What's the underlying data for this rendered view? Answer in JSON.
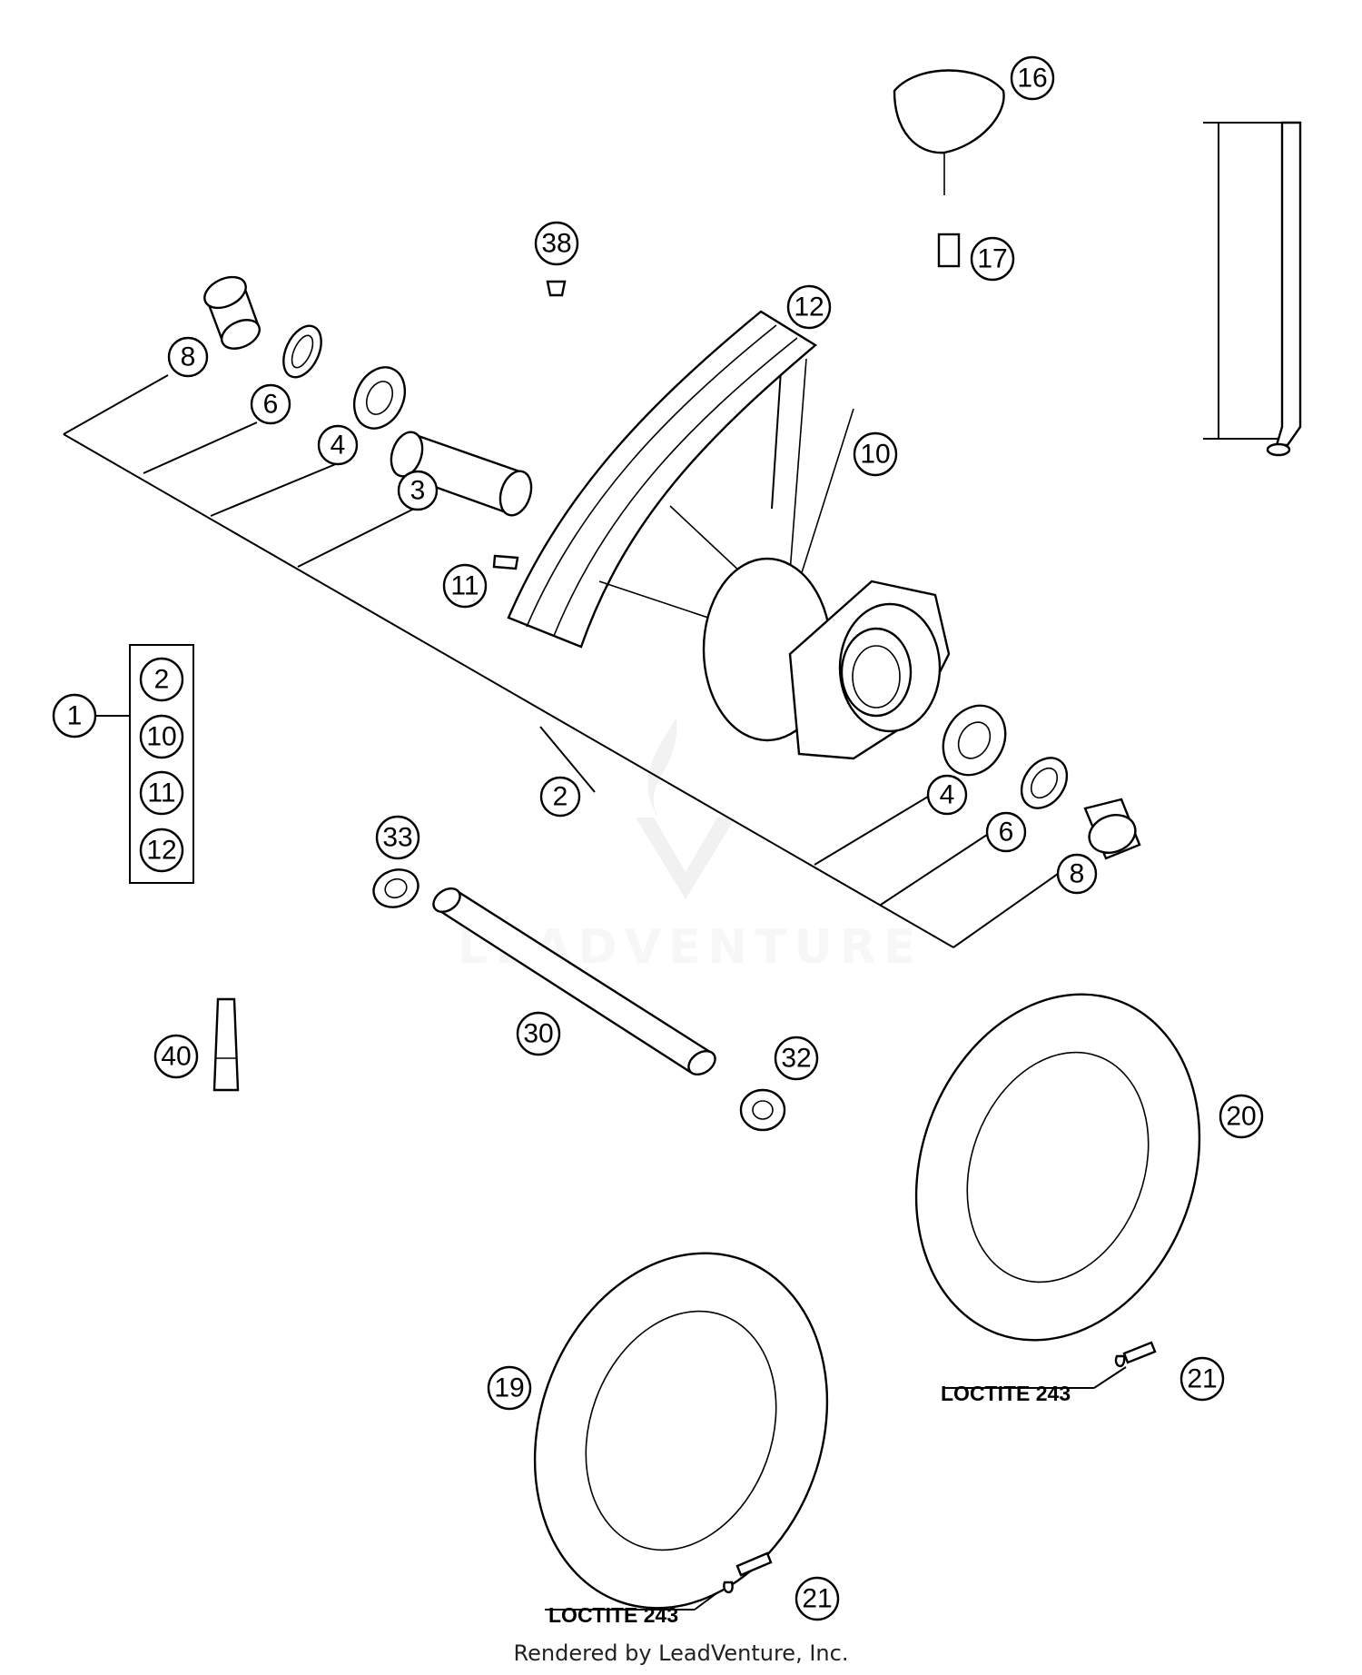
{
  "callouts": {
    "c1": "1",
    "c2_kit": "2",
    "c10_kit": "10",
    "c11_kit": "11",
    "c12_kit": "12",
    "c2": "2",
    "c3": "3",
    "c4_left": "4",
    "c4_right": "4",
    "c6_left": "6",
    "c6_right": "6",
    "c8_left": "8",
    "c8_right": "8",
    "c10": "10",
    "c11": "11",
    "c12": "12",
    "c16": "16",
    "c17": "17",
    "c19": "19",
    "c20": "20",
    "c21_upper": "21",
    "c21_lower": "21",
    "c30": "30",
    "c32": "32",
    "c33": "33",
    "c38": "38",
    "c40": "40"
  },
  "notes": {
    "loctite_upper": "LOCTITE 243",
    "loctite_lower": "LOCTITE 243"
  },
  "watermark": "LEADVENTURE",
  "footer": "Rendered by LeadVenture, Inc."
}
